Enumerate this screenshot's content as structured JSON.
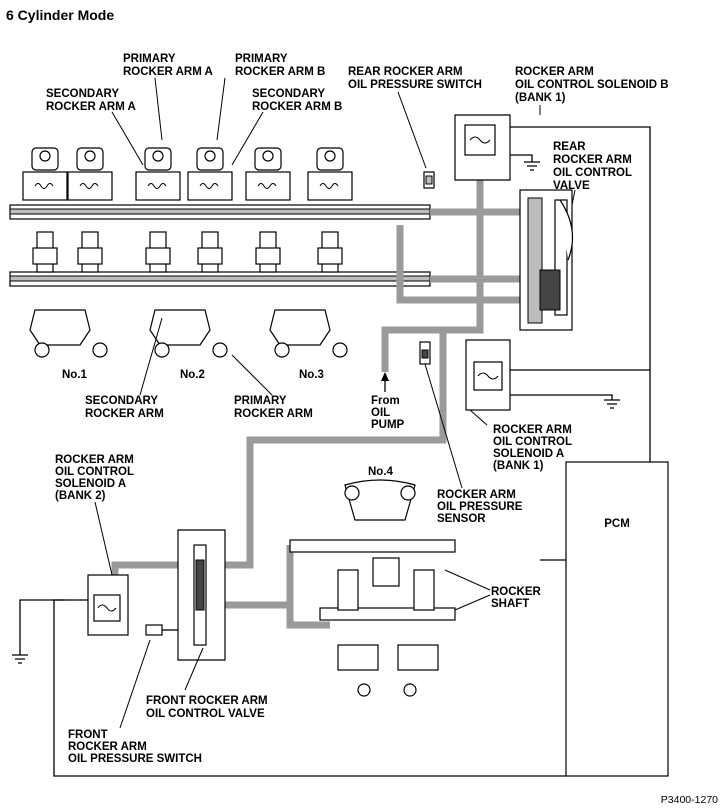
{
  "title": "6 Cylinder Mode",
  "labels": {
    "primary_rocker_arm_a": [
      "PRIMARY",
      "ROCKER ARM A"
    ],
    "primary_rocker_arm_b": [
      "PRIMARY",
      "ROCKER ARM B"
    ],
    "secondary_rocker_arm_a": [
      "SECONDARY",
      "ROCKER ARM A"
    ],
    "secondary_rocker_arm_b": [
      "SECONDARY",
      "ROCKER ARM B"
    ],
    "rear_oil_pressure_switch": [
      "REAR ROCKER ARM",
      "OIL PRESSURE SWITCH"
    ],
    "solenoid_b_bank1": [
      "ROCKER ARM",
      "OIL CONTROL SOLENOID B",
      "(BANK 1)"
    ],
    "rear_control_valve": [
      "REAR",
      "ROCKER ARM",
      "OIL CONTROL",
      "VALVE"
    ],
    "no1": "No.1",
    "no2": "No.2",
    "no3": "No.3",
    "no4": "No.4",
    "secondary_rocker_arm": [
      "SECONDARY",
      "ROCKER ARM"
    ],
    "primary_rocker_arm": [
      "PRIMARY",
      "ROCKER ARM"
    ],
    "from_oil_pump": [
      "From",
      "OIL",
      "PUMP"
    ],
    "solenoid_a_bank1": [
      "ROCKER ARM",
      "OIL CONTROL",
      "SOLENOID A",
      "(BANK 1)"
    ],
    "solenoid_a_bank2": [
      "ROCKER ARM",
      "OIL CONTROL",
      "SOLENOID A",
      "(BANK 2)"
    ],
    "oil_pressure_sensor": [
      "ROCKER ARM",
      "OIL PRESSURE",
      "SENSOR"
    ],
    "pcm": "PCM",
    "rocker_shaft": [
      "ROCKER",
      "SHAFT"
    ],
    "front_control_valve": [
      "FRONT ROCKER ARM",
      "OIL CONTROL VALVE"
    ],
    "front_oil_pressure_switch": [
      "FRONT",
      "ROCKER ARM",
      "OIL PRESSURE SWITCH"
    ],
    "figure_code": "P3400-1270"
  },
  "icons": {
    "spring": "spring-icon",
    "arrow": "oil-flow-arrow-icon",
    "ground": "ground-icon"
  },
  "colors": {
    "oil_passage": "#9a9a9a",
    "line": "#000000",
    "background": "#ffffff"
  }
}
